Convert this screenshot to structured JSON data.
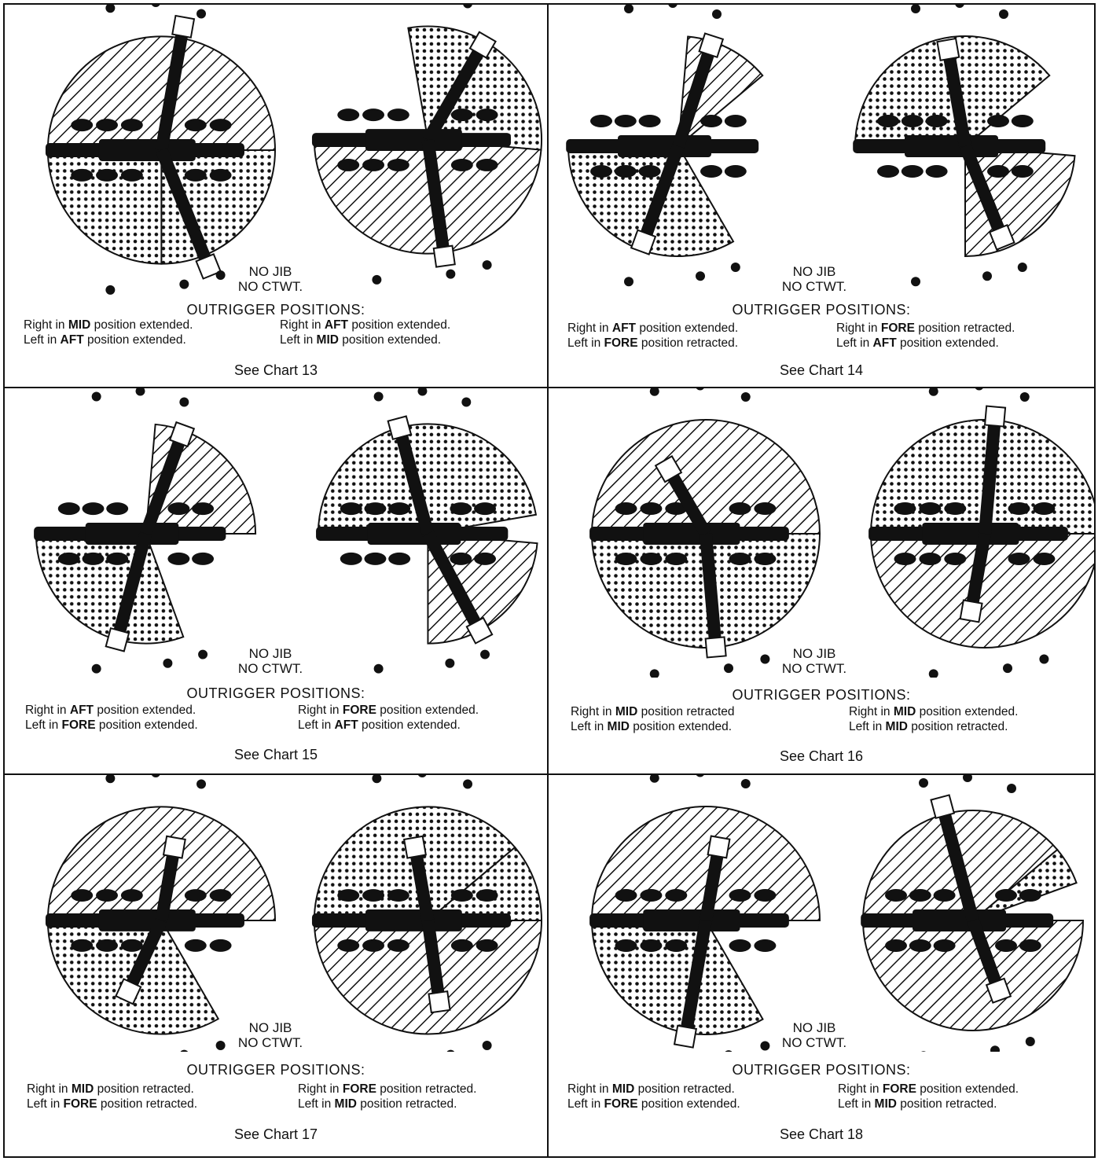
{
  "colors": {
    "ink": "#111111",
    "paper": "#ffffff"
  },
  "legend": {
    "hatched": "diagonal-hatch-zone",
    "dotted": "dotted-zone"
  },
  "panels": [
    {
      "no_jib": "NO JIB",
      "no_ctwt": "NO CTWT.",
      "title": "OUTRIGGER POSITIONS:",
      "left_col": [
        {
          "pre": "Right in ",
          "b": "MID",
          "post": " position extended."
        },
        {
          "pre": "Left in ",
          "b": "AFT",
          "post": " position extended."
        }
      ],
      "right_col": [
        {
          "pre": "Right in ",
          "b": "AFT",
          "post": " position extended."
        },
        {
          "pre": "Left in ",
          "b": "MID",
          "post": " position extended."
        }
      ],
      "see": "See Chart 13"
    },
    {
      "no_jib": "NO JIB",
      "no_ctwt": "NO CTWT.",
      "title": "OUTRIGGER POSITIONS:",
      "left_col": [
        {
          "pre": "Right in ",
          "b": "AFT",
          "post": " position extended."
        },
        {
          "pre": "Left in ",
          "b": "FORE",
          "post": " position retracted."
        }
      ],
      "right_col": [
        {
          "pre": "Right in ",
          "b": "FORE",
          "post": " position retracted."
        },
        {
          "pre": "Left in ",
          "b": "AFT",
          "post": " position extended."
        }
      ],
      "see": "See Chart 14"
    },
    {
      "no_jib": "NO JIB",
      "no_ctwt": "NO CTWT.",
      "title": "OUTRIGGER POSITIONS:",
      "left_col": [
        {
          "pre": "Right in ",
          "b": "AFT",
          "post": " position extended."
        },
        {
          "pre": "Left in ",
          "b": "FORE",
          "post": " position extended."
        }
      ],
      "right_col": [
        {
          "pre": "Right in ",
          "b": "FORE",
          "post": " position extended."
        },
        {
          "pre": "Left in ",
          "b": "AFT",
          "post": " position extended."
        }
      ],
      "see": "See Chart 15"
    },
    {
      "no_jib": "NO JIB",
      "no_ctwt": "NO CTWT.",
      "title": "OUTRIGGER POSITIONS:",
      "left_col": [
        {
          "pre": "Right in ",
          "b": "MID",
          "post": " position retracted"
        },
        {
          "pre": "Left in ",
          "b": "MID",
          "post": " position extended."
        }
      ],
      "right_col": [
        {
          "pre": "Right in ",
          "b": "MID",
          "post": " position extended."
        },
        {
          "pre": "Left in ",
          "b": "MID",
          "post": " position retracted."
        }
      ],
      "see": "See Chart 16"
    },
    {
      "no_jib": "NO JIB",
      "no_ctwt": "NO CTWT.",
      "title": "OUTRIGGER POSITIONS:",
      "left_col": [
        {
          "pre": "Right in ",
          "b": "MID",
          "post": " position retracted."
        },
        {
          "pre": "Left in ",
          "b": "FORE",
          "post": " position retracted."
        }
      ],
      "right_col": [
        {
          "pre": "Right in ",
          "b": "FORE",
          "post": " position retracted."
        },
        {
          "pre": "Left in ",
          "b": "MID",
          "post": " position retracted."
        }
      ],
      "see": "See Chart 17"
    },
    {
      "no_jib": "NO JIB",
      "no_ctwt": "NO CTWT.",
      "title": "OUTRIGGER POSITIONS:",
      "left_col": [
        {
          "pre": "Right in ",
          "b": "MID",
          "post": " position retracted."
        },
        {
          "pre": "Left in ",
          "b": "FORE",
          "post": " position extended."
        }
      ],
      "right_col": [
        {
          "pre": "Right in ",
          "b": "FORE",
          "post": " position extended."
        },
        {
          "pre": "Left in ",
          "b": "MID",
          "post": " position retracted."
        }
      ],
      "see": "See Chart 18"
    }
  ]
}
